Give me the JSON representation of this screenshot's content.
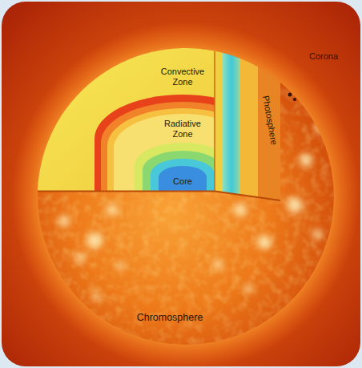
{
  "diagram": {
    "labels": [
      "Convective Zone",
      "Corona",
      "Radiative Zone",
      "Photosphere",
      "Core",
      "Chromosphere"
    ]
  }
}
